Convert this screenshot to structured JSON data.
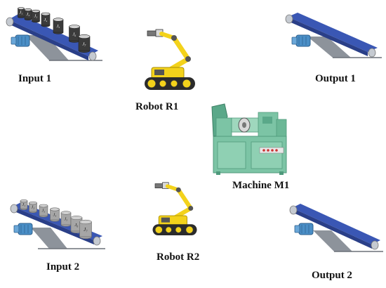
{
  "labels": {
    "input1": "Input 1",
    "input2": "Input 2",
    "output1": "Output 1",
    "output2": "Output 2",
    "robot1": "Robot  R1",
    "robot2": "Robot  R2",
    "machine1": "Machine M1"
  },
  "input1_jobs": [
    "J₁",
    "J₂",
    "J₃",
    "J₄",
    "J₅",
    "J₆",
    "J₇"
  ],
  "input2_jobs": [
    "J₁",
    "J₂",
    "J₃",
    "J₄",
    "J₅",
    "J₆",
    "J₇"
  ],
  "colors": {
    "belt": "#3a57b4",
    "belt_edge": "#2a3f88",
    "frame": "#b9bec6",
    "motor": "#4a8ec6",
    "job_dark": "#3b3b3b",
    "job_light": "#a6a6a6",
    "robot_yellow": "#f3d21b",
    "robot_track": "#2b2b2b",
    "machine_green": "#7cc4a5",
    "machine_dark": "#5aa889"
  }
}
